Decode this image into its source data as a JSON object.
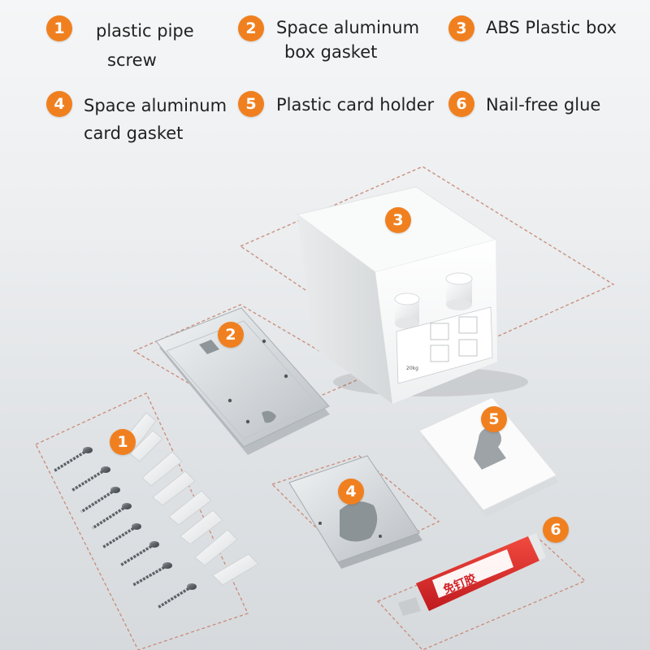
{
  "legend": [
    {
      "num": "1",
      "line1": "plastic pipe",
      "line2": "screw"
    },
    {
      "num": "2",
      "line1": "Space aluminum",
      "line2": "box gasket"
    },
    {
      "num": "3",
      "line1": "ABS Plastic box",
      "line2": ""
    },
    {
      "num": "4",
      "line1": "Space aluminum",
      "line2": "card gasket"
    },
    {
      "num": "5",
      "line1": "Plastic card holder",
      "line2": ""
    },
    {
      "num": "6",
      "line1": "Nail-free glue",
      "line2": ""
    }
  ],
  "markers": [
    "1",
    "2",
    "3",
    "4",
    "5",
    "6"
  ],
  "colors": {
    "accent": "#f0801f",
    "dashed_border": "#c98b78",
    "glue_tube": "#e2262b"
  },
  "glue_tube_label": "免钉胶",
  "box_label": "20kg"
}
